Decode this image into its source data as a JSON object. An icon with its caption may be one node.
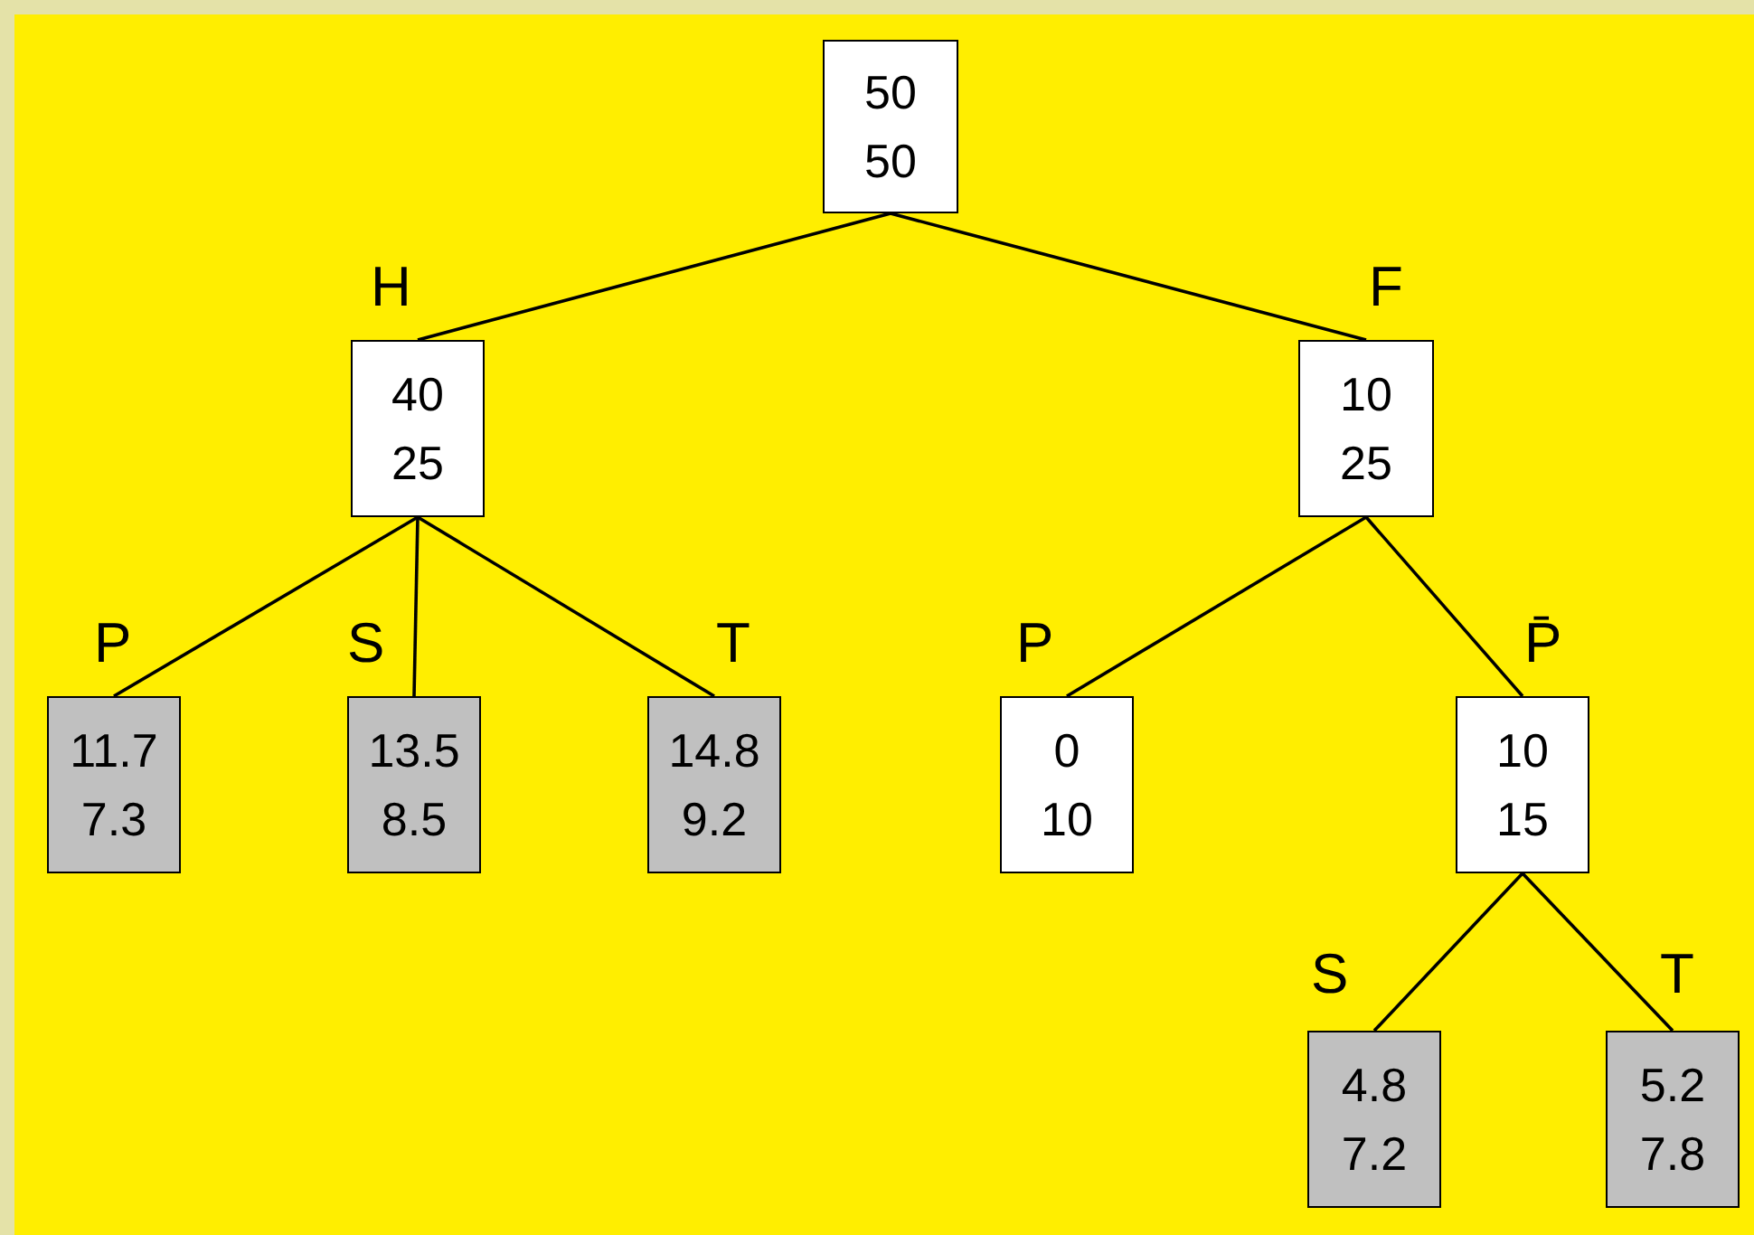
{
  "diagram": {
    "nodes": [
      {
        "text": [
          "50",
          "50"
        ]
      },
      {
        "text": [
          "40",
          "25"
        ],
        "beside": [
          "H"
        ]
      },
      {
        "text": [
          "10",
          "25"
        ],
        "beside": [
          "F"
        ]
      },
      {
        "text": [
          "11.7",
          "7.3"
        ],
        "beside": [
          "P"
        ]
      },
      {
        "text": [
          "13.5",
          "8.5"
        ],
        "beside": [
          "S"
        ]
      },
      {
        "text": [
          "14.8",
          "9.2"
        ],
        "beside": [
          "T"
        ]
      },
      {
        "text": [
          "0",
          "10"
        ],
        "beside": [
          "P"
        ]
      },
      {
        "text": [
          "10",
          "15"
        ],
        "beside": [
          "P̄"
        ]
      },
      {
        "text": [
          "4.8",
          "7.2"
        ],
        "beside": [
          "S"
        ]
      },
      {
        "text": [
          "5.2",
          "7.8"
        ],
        "beside": [
          "T"
        ]
      }
    ],
    "edges": [
      {
        "from": 0,
        "to": 1,
        "arrow": "none"
      },
      {
        "from": 0,
        "to": 2,
        "arrow": "none"
      },
      {
        "from": 1,
        "to": 3,
        "arrow": "none"
      },
      {
        "from": 1,
        "to": 4,
        "arrow": "none"
      },
      {
        "from": 1,
        "to": 5,
        "arrow": "none"
      },
      {
        "from": 2,
        "to": 6,
        "arrow": "none"
      },
      {
        "from": 2,
        "to": 7,
        "arrow": "none"
      },
      {
        "from": 7,
        "to": 8,
        "arrow": "none"
      },
      {
        "from": 7,
        "to": 9,
        "arrow": "none"
      }
    ]
  }
}
